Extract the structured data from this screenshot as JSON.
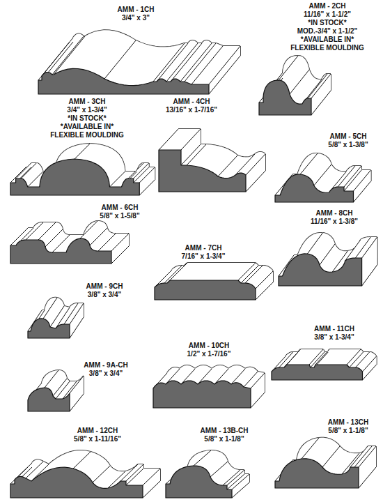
{
  "diagram": {
    "labels": [
      "AMM - 1CH",
      "3/4\" x 3\"",
      "AMM - 2CH",
      "11/16\" x 1-1/2\"",
      "*IN STOCK*",
      "MOD.-3/4\" x 1-1/2\"",
      "*AVAILABLE IN* FLEXIBLE MOULDING",
      "AMM - 3CH",
      "3/4\" x 1-3/4\"",
      "*IN STOCK*",
      "*AVAILABLE IN* FLEXIBLE MOULDING",
      "AMM - 4CH",
      "13/16\" x 1-7/16\"",
      "AMM - 5CH",
      "5/8\" x 1-3/8\"",
      "AMM - 6CH",
      "5/8\" x 1-5/8\"",
      "AMM - 7CH",
      "7/16\" x 1-3/4\"",
      "AMM - 8CH",
      "11/16\" x 1-3/8\"",
      "AMM - 9CH",
      "3/8\" x 3/4\"",
      "AMM - 9A-CH",
      "3/8\" x 3/4\"",
      "AMM - 10CH",
      "1/2\" x 1-7/16\"",
      "AMM - 11CH",
      "3/8\" x 1-3/4\"",
      "AMM - 12CH",
      "5/8\" x 1-11/16\"",
      "AMM - 13B-CH",
      "5/8\" x 1-1/8\"",
      "AMM - 13CH",
      "5/8\" x 1-1/8\""
    ]
  }
}
